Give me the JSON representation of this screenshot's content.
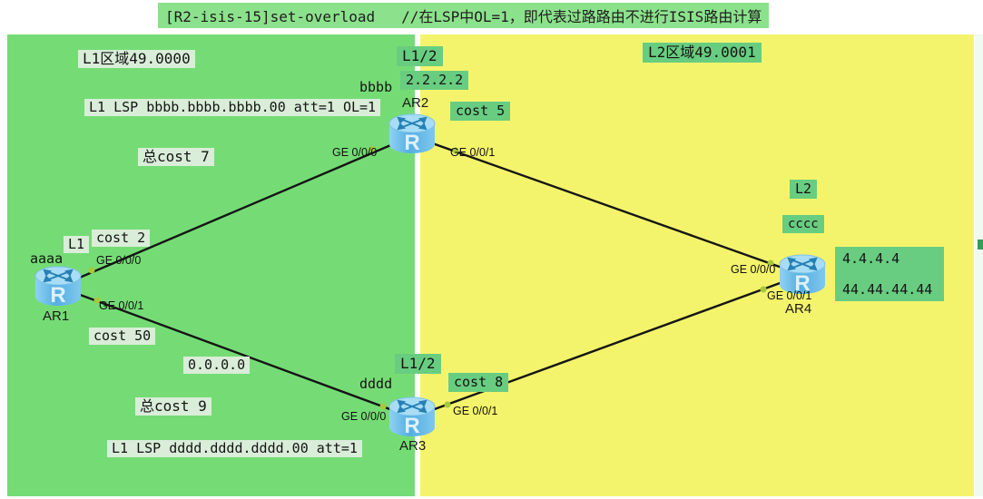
{
  "title": "[R2-isis-15]set-overload   //在LSP中OL=1，即代表过路路由不进行ISIS路由计算",
  "areas": {
    "l1": {
      "label": "L1区域49.0000"
    },
    "l2": {
      "label": "L2区域49.0001"
    }
  },
  "routers": {
    "ar1": {
      "name": "AR1",
      "tag": "aaaa",
      "level": "L1",
      "glyph": "R"
    },
    "ar2": {
      "name": "AR2",
      "tag": "bbbb",
      "level": "L1/2",
      "router_id": "2.2.2.2",
      "glyph": "R"
    },
    "ar3": {
      "name": "AR3",
      "tag": "dddd",
      "level": "L1/2",
      "glyph": "R"
    },
    "ar4": {
      "name": "AR4",
      "tag": "cccc",
      "level": "L2",
      "loopback": "4.4.4.4",
      "system_ip": "44.44.44.44",
      "glyph": "R"
    }
  },
  "links": {
    "ar1_ar2": {
      "cost": "cost 2",
      "if_ar1": "GE 0/0/0",
      "if_ar2": "GE 0/0/0"
    },
    "ar1_ar3": {
      "cost": "cost 50",
      "if_ar1": "GE 0/0/1",
      "if_ar3": "GE 0/0/0"
    },
    "ar2_ar4": {
      "cost": "cost 5",
      "if_ar2": "GE 0/0/1",
      "if_ar4": "GE 0/0/0"
    },
    "ar3_ar4": {
      "cost": "cost 8",
      "if_ar3": "GE 0/0/1",
      "if_ar4": "GE 0/0/1"
    }
  },
  "annotations": {
    "lsp_bbbb": "L1 LSP bbbb.bbbb.bbbb.00 att=1 OL=1",
    "lsp_dddd": "L1 LSP dddd.dddd.dddd.00 att=1",
    "total_cost_via_ar2": "总cost 7",
    "total_cost_via_ar3": "总cost 9",
    "default_route": "0.0.0.0"
  },
  "colors": {
    "area_l1_bg": "#75DC75",
    "area_l2_bg": "#F4F46C",
    "label_green_bg": "#68CD80",
    "label_light_bg": "#D9EDD9",
    "title_bg": "#8CE28C",
    "link_line": "#151515",
    "port_dot": "#A6C83C",
    "router_blue": "#5FB6E6"
  }
}
